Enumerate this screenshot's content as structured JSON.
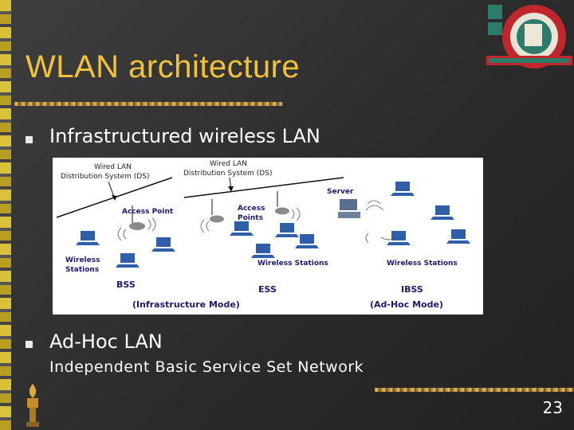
{
  "slide": {
    "title": "WLAN architecture",
    "page_number": "23"
  },
  "bullets": [
    {
      "text": "Infrastructured wireless LAN"
    },
    {
      "text": "Ad-Hoc LAN",
      "subtext": "Independent Basic Service Set Network"
    }
  ],
  "figure": {
    "labels": {
      "ds1": [
        "Wired LAN",
        "Distribution System (DS)"
      ],
      "ds2": [
        "Wired LAN",
        "Distribution System (DS)"
      ],
      "access_point": "Access Point",
      "access_points": [
        "Access",
        "Points"
      ],
      "server": "Server",
      "wireless_stations_left": [
        "Wireless",
        "Stations"
      ],
      "wireless_stations_mid": "Wireless Stations",
      "wireless_stations_right": "Wireless Stations",
      "bss": "BSS",
      "ess": "ESS",
      "ibss": "IBSS",
      "infra_mode": "(Infrastructure Mode)",
      "adhoc_mode": "(Ad-Hoc Mode)"
    }
  },
  "colors": {
    "title": "#f2c23a",
    "figure_label": "#1a1a6e",
    "laptop": "#2f5fa8"
  }
}
